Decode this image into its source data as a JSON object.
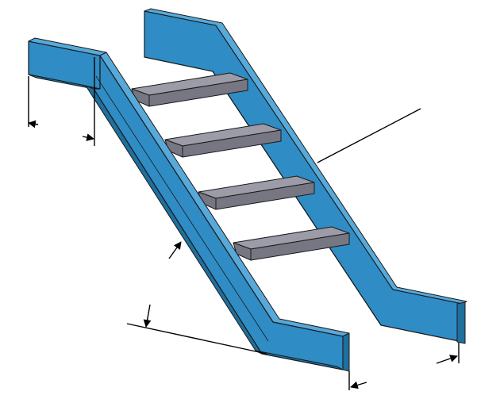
{
  "colors": {
    "stringer_face": "#2f8cc4",
    "stringer_top": "#57a9da",
    "stringer_shadow": "#1f6f9f",
    "tread_top": "#9c9ca8",
    "tread_front": "#777783",
    "line": "#000000",
    "background": "#ffffff"
  },
  "components": {
    "stringers": [
      "front-stringer",
      "rear-stringer"
    ],
    "treads": [
      {
        "name": "tread-1"
      },
      {
        "name": "tread-2"
      },
      {
        "name": "tread-3"
      },
      {
        "name": "tread-4"
      }
    ],
    "dimension_markers": 4,
    "leader_lines": 1
  }
}
